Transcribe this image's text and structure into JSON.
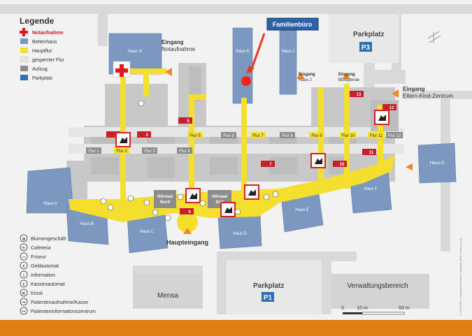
{
  "legend": {
    "title": "Legende",
    "items": [
      {
        "key": "notaufnahme",
        "label": "Notaufnahme",
        "color": "#e0161e",
        "bold": true
      },
      {
        "key": "bettenhaus",
        "label": "Bettenhaus",
        "color": "#7b98c0"
      },
      {
        "key": "hauptflur",
        "label": "Hauptflur",
        "color": "#f4df2c"
      },
      {
        "key": "gesperrt",
        "label": "gesperrter Flur",
        "color": "#e6e6e6"
      },
      {
        "key": "aufzug",
        "label": "Aufzug",
        "color": "#8c8c8c"
      },
      {
        "key": "parkplatz",
        "label": "Parkplatz",
        "color": "#2d6fb5"
      }
    ],
    "symbols": [
      {
        "code": "✿",
        "label": "Blumengeschäft"
      },
      {
        "code": "☕",
        "label": "Cafeteria"
      },
      {
        "code": "✂",
        "label": "Friseur"
      },
      {
        "code": "€",
        "label": "Geldautomat"
      },
      {
        "code": "i",
        "label": "Information"
      },
      {
        "code": "€",
        "label": "Kassenautomat"
      },
      {
        "code": "K",
        "label": "Kiosk"
      },
      {
        "code": "PA",
        "label": "Patientenaufnahme/Kasse"
      },
      {
        "code": "PIZ",
        "label": "Patienteninformationszentrum"
      }
    ]
  },
  "callout": {
    "label": "Familienbüro"
  },
  "houses": {
    "A": "Haus A",
    "B": "Haus B",
    "C": "Haus C",
    "D": "Haus D",
    "E": "Haus E",
    "F": "Haus F",
    "G": "Haus G",
    "J": "Haus J",
    "K": "Haus K",
    "N": "Haus N"
  },
  "floors": {
    "1": "Flur 1",
    "2": "Flur 2",
    "3": "Flur 3",
    "4": "Flur 4",
    "5": "Flur 5",
    "6": "Flur 6",
    "7": "Flur 7",
    "8": "Flur 8",
    "9": "Flur 9",
    "10": "Flur 10",
    "11": "Flur 11",
    "12": "Flur 12"
  },
  "elevators": [
    "2",
    "3",
    "4",
    "5",
    "7",
    "10",
    "11",
    "12",
    "13"
  ],
  "entrances": {
    "notaufnahme_title": "Eingang",
    "notaufnahme_sub": "Notaufnahme",
    "hausj_title": "Eingang",
    "hausj_sub": "Haus J",
    "blut_title": "Eingang",
    "blut_sub": "Blutspende",
    "eltern_title": "Eingang",
    "eltern_sub": "Eltern-Kind-Zentrum",
    "haupt": "Haupteingang"
  },
  "halls": {
    "nord_1": "Hörsaal",
    "nord_2": "Nord",
    "sued_1": "Hörsaal",
    "sued_2": "Süd"
  },
  "parking": {
    "top_label": "Parkplatz",
    "top_code": "P3",
    "bottom_label": "Parkplatz",
    "bottom_code": "P1"
  },
  "places": {
    "mensa": "Mensa",
    "verwaltung": "Verwaltungsbereich"
  },
  "scale": {
    "zero": "0",
    "ten": "10 m",
    "fifty": "50 m"
  },
  "credit": "© 2018   EKO | elegant information: stuttgart gmbh   www.v-i-k.de"
}
